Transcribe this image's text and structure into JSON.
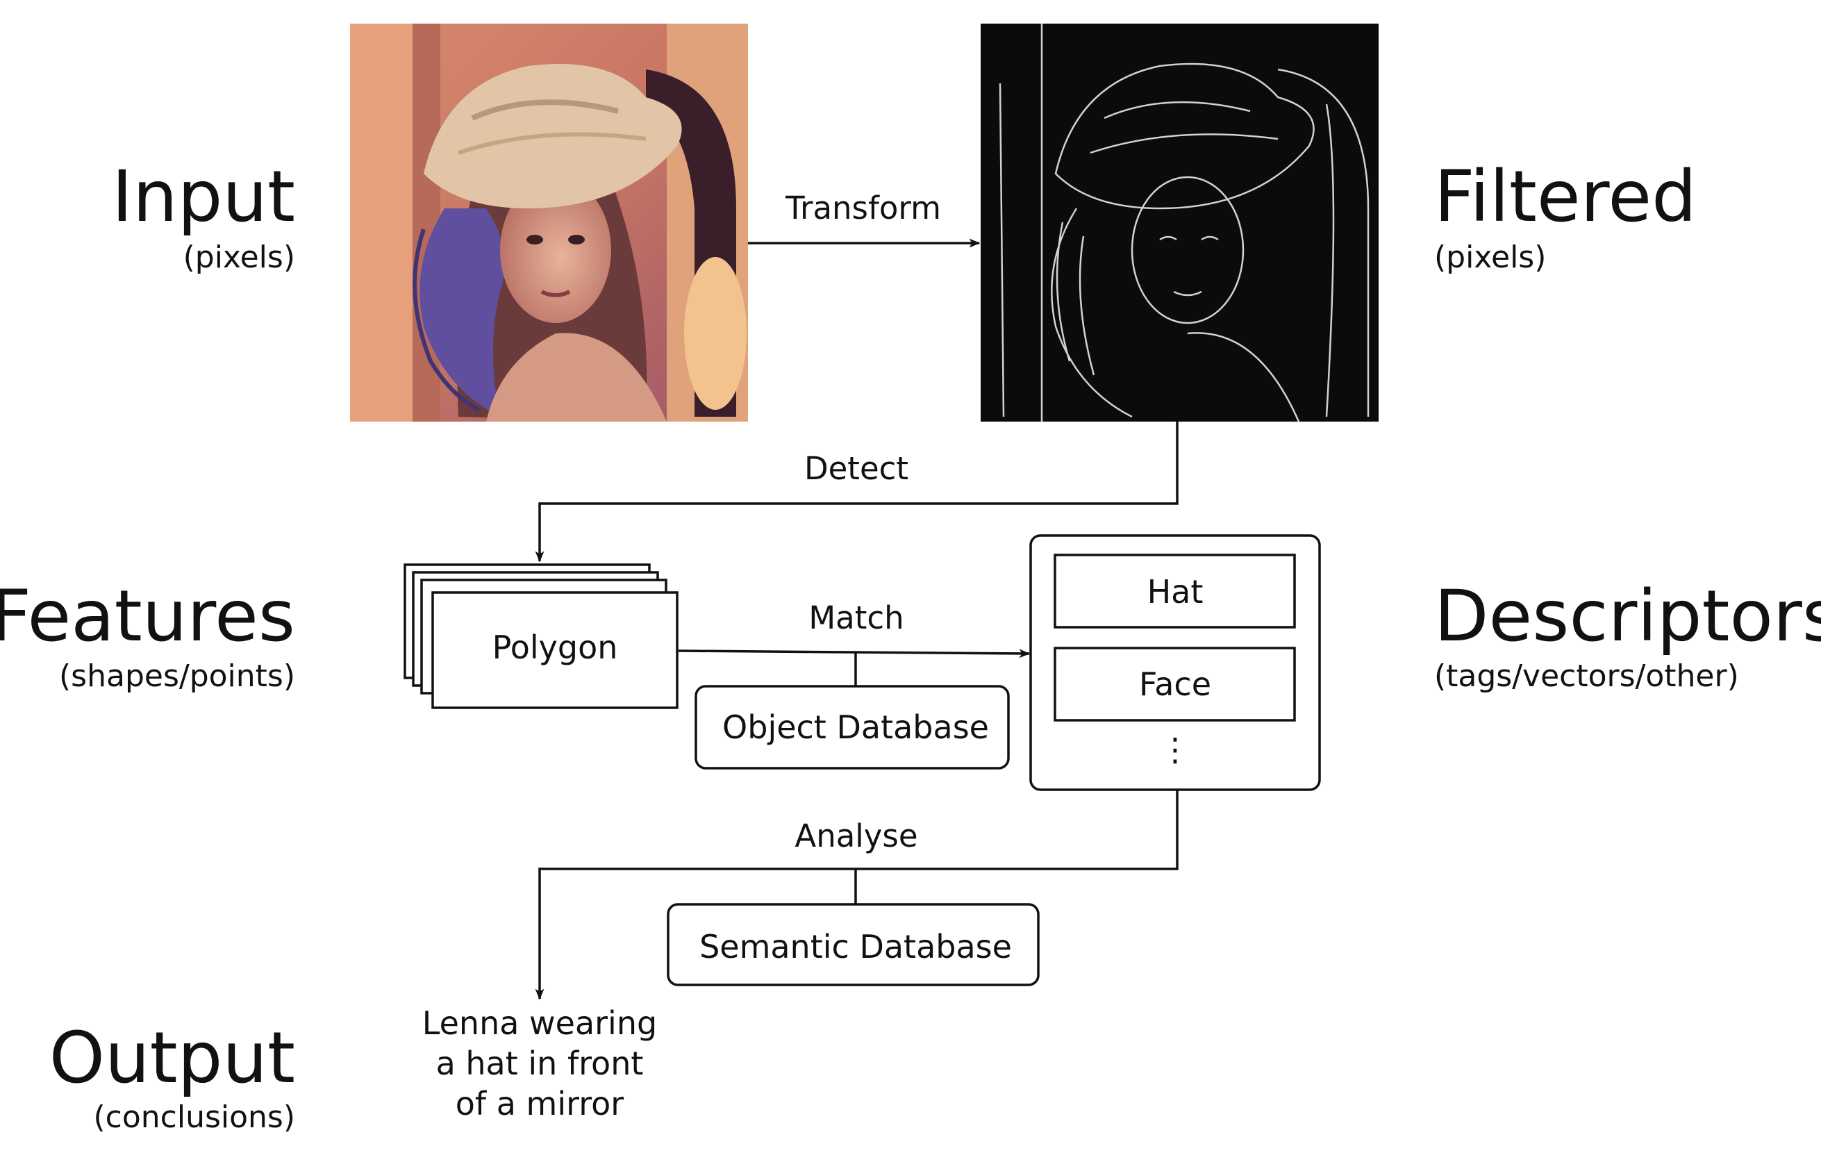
{
  "stages": {
    "input": {
      "title": "Input",
      "subtitle": "(pixels)"
    },
    "filtered": {
      "title": "Filtered",
      "subtitle": "(pixels)"
    },
    "features": {
      "title": "Features",
      "subtitle": "(shapes/points)"
    },
    "descriptors": {
      "title": "Descriptors",
      "subtitle": "(tags/vectors/other)"
    },
    "output": {
      "title": "Output",
      "subtitle": "(conclusions)"
    }
  },
  "edges": {
    "transform": "Transform",
    "detect": "Detect",
    "match": "Match",
    "analyse": "Analyse"
  },
  "boxes": {
    "polygon": "Polygon",
    "object_database": "Object Database",
    "semantic_database": "Semantic Database",
    "descriptor_items": [
      "Hat",
      "Face"
    ],
    "descriptor_more": "⋮"
  },
  "output_text": [
    "Lenna wearing",
    "a hat in front",
    "of a mirror"
  ],
  "colors": {
    "ink": "#111111",
    "input_image_dominant": "#c98a72",
    "filtered_image_background": "#0b0b0b"
  }
}
